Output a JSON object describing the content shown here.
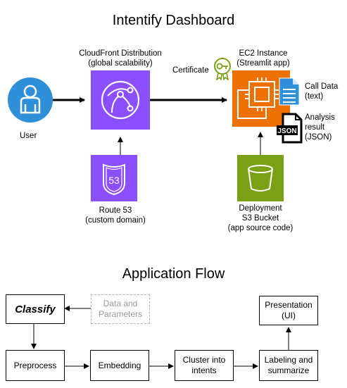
{
  "titles": {
    "dashboard": "Intentify Dashboard",
    "flow": "Application Flow"
  },
  "arch": {
    "user": "User",
    "cloudfront": [
      "CloudFront Distribution",
      "(global scalability)"
    ],
    "ec2": [
      "EC2 Instance",
      "(Streamlit app)"
    ],
    "certificate": "Certificate",
    "call_data": [
      "Call Data",
      "(text)"
    ],
    "analysis": [
      "Analysis",
      "result",
      "(JSON)"
    ],
    "json_badge": "JSON",
    "route53": [
      "Route 53",
      "(custom domain)"
    ],
    "route53_badge": "53",
    "s3": [
      "Deployment",
      "S3 Bucket",
      "(app source code)"
    ]
  },
  "flow": {
    "classify": "Classify",
    "data_params": [
      "Data and",
      "Parameters"
    ],
    "preprocess": "Preprocess",
    "embedding": "Embedding",
    "cluster": [
      "Cluster into",
      "intents"
    ],
    "labeling": [
      "Labeling and",
      "summarize"
    ],
    "presentation": [
      "Presentation",
      "(UI)"
    ]
  },
  "colors": {
    "user_blue": "#2F8FD8",
    "purple": "#8C4FFF",
    "orange": "#ED7100",
    "green": "#7AA116",
    "cert_green": "#7AA116",
    "doc_blue": "#2F8FD8"
  }
}
